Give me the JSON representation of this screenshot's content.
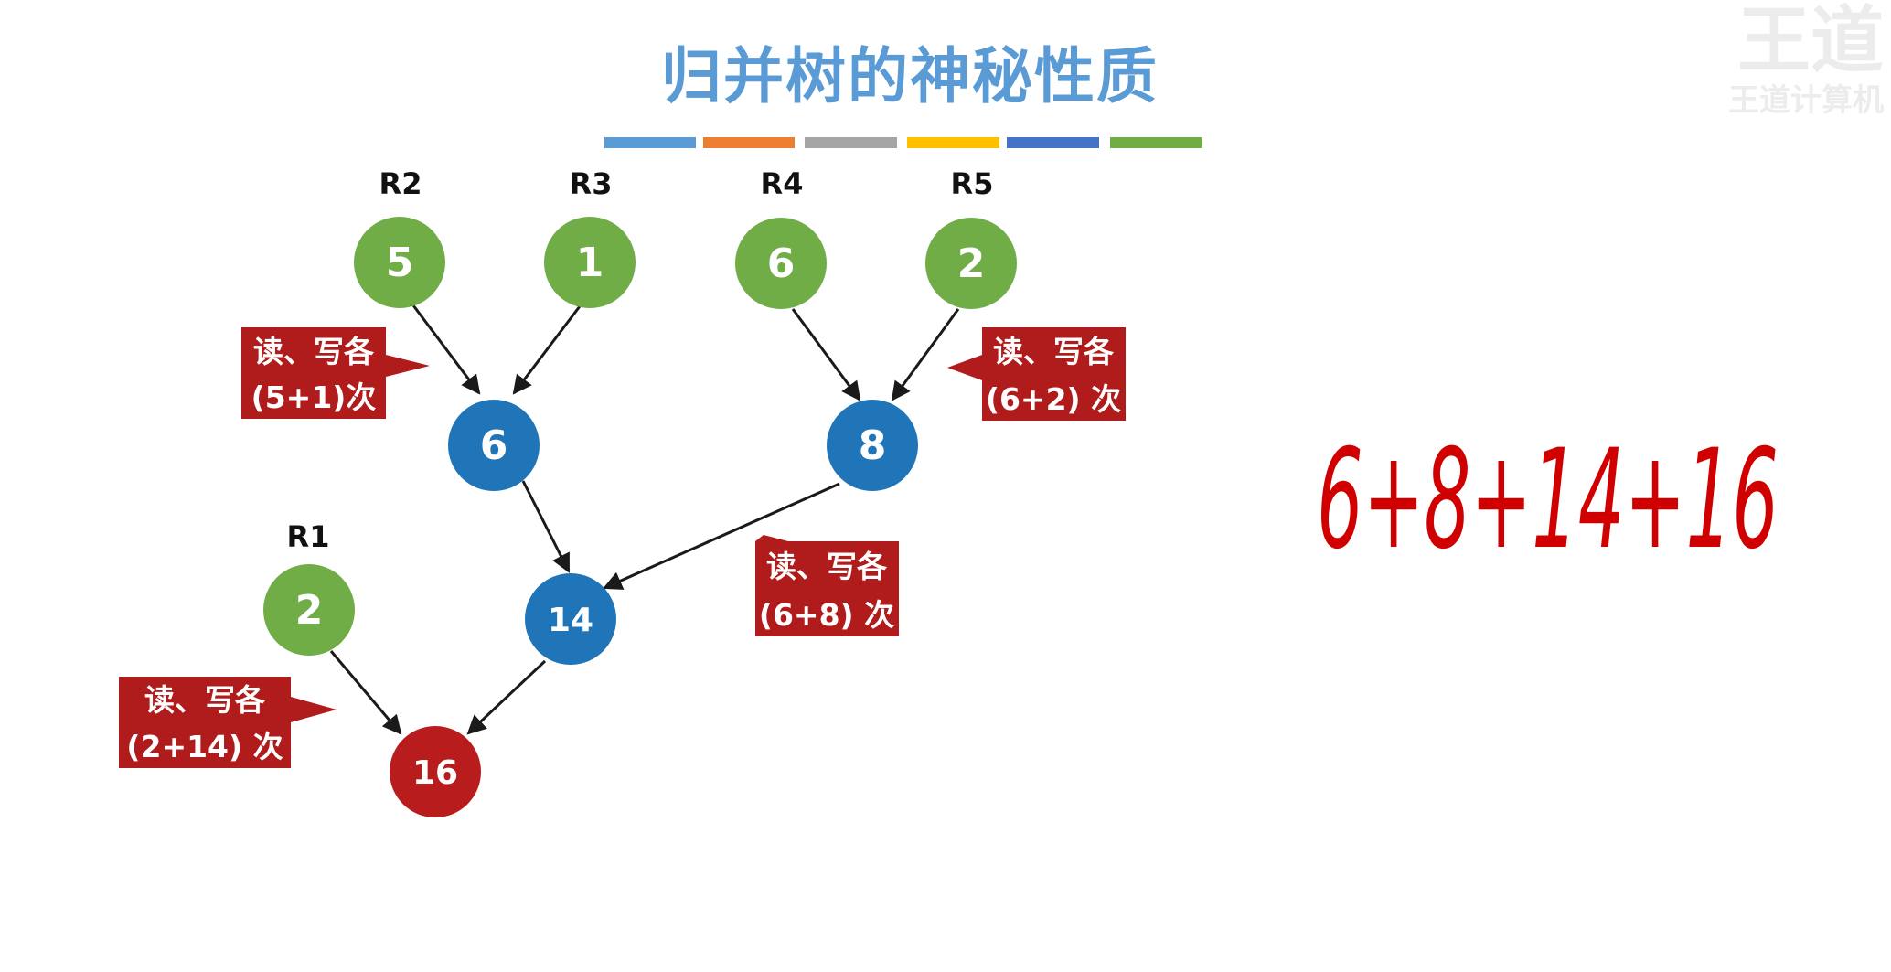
{
  "title": "归并树的神秘性质",
  "watermark": {
    "line1": "王道",
    "line2": "王道计算机"
  },
  "colors": {
    "title": "#5b9bd5",
    "leaf": "#70ad47",
    "internal": "#1f75b8",
    "root": "#b91c1c",
    "callout": "#b01c1c",
    "edge": "#1a1a1a",
    "handwriting": "#d00000",
    "bars": [
      "#5b9bd5",
      "#ed7d31",
      "#a5a5a5",
      "#ffc000",
      "#4472c4",
      "#70ad47"
    ]
  },
  "run_labels": {
    "r1": "R1",
    "r2": "R2",
    "r3": "R3",
    "r4": "R4",
    "r5": "R5"
  },
  "nodes": {
    "r2": "5",
    "r3": "1",
    "r4": "6",
    "r5": "2",
    "m1": "6",
    "m2": "8",
    "m3": "14",
    "r1": "2",
    "root": "16"
  },
  "callouts": {
    "c1": {
      "line1": "读、写各",
      "line2": "(5+1)次"
    },
    "c2": {
      "line1": "读、写各",
      "line2": "(6+2) 次"
    },
    "c3": {
      "line1": "读、写各",
      "line2": "(6+8) 次"
    },
    "c4": {
      "line1": "读、写各",
      "line2": "(2+14) 次"
    }
  },
  "handwritten_note": "6+8+14+16"
}
